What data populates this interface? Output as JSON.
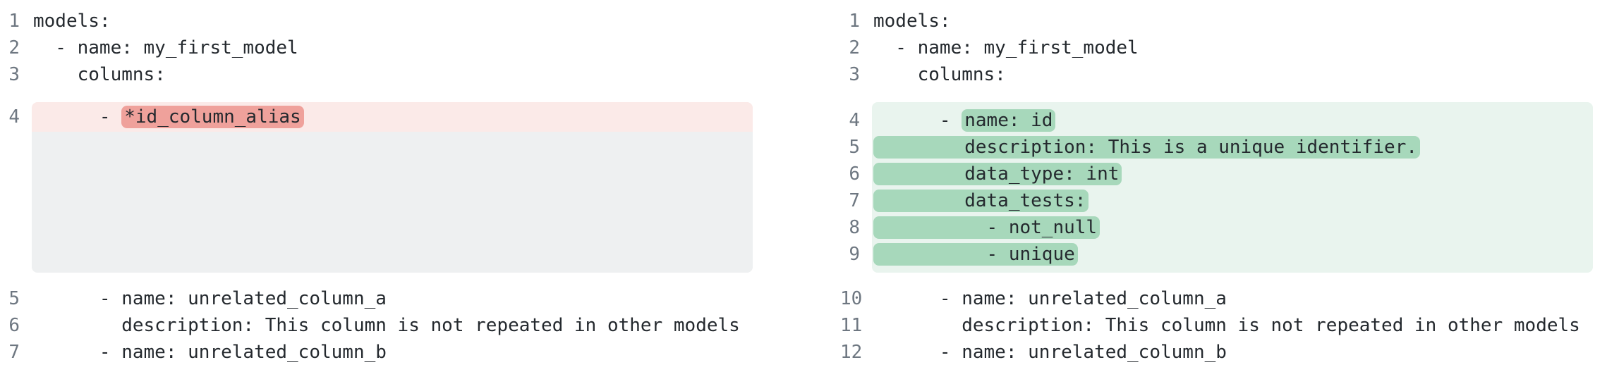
{
  "colors": {
    "code_text": "#24292e",
    "line_number": "#6e7781",
    "removed_line_bg": "#fbeae8",
    "removed_token_bg": "#efa19b",
    "added_line_bg": "#e9f4ee",
    "added_token_bg": "#a7d8bb",
    "filler_bg": "#eef0f1",
    "page_bg": "#ffffff"
  },
  "diff": {
    "language": "yaml",
    "left": {
      "role": "before",
      "lines_before_hunk": [
        {
          "number": "1",
          "parts": [
            {
              "text": "models:"
            }
          ]
        },
        {
          "number": "2",
          "parts": [
            {
              "text": "  - name: my_first_model"
            }
          ]
        },
        {
          "number": "3",
          "parts": [
            {
              "text": "    columns:"
            }
          ]
        }
      ],
      "hunk": {
        "kind": "removed",
        "has_filler": true,
        "lines": [
          {
            "number": "4",
            "parts": [
              {
                "text": "      - "
              },
              {
                "text": "*id_column_alias",
                "highlight": true
              }
            ]
          }
        ]
      },
      "lines_after_hunk": [
        {
          "number": "5",
          "parts": [
            {
              "text": "      - name: unrelated_column_a"
            }
          ]
        },
        {
          "number": "6",
          "parts": [
            {
              "text": "        description: This column is not repeated in other models"
            }
          ]
        },
        {
          "number": "7",
          "parts": [
            {
              "text": "      - name: unrelated_column_b"
            }
          ]
        }
      ]
    },
    "right": {
      "role": "after",
      "lines_before_hunk": [
        {
          "number": "1",
          "parts": [
            {
              "text": "models:"
            }
          ]
        },
        {
          "number": "2",
          "parts": [
            {
              "text": "  - name: my_first_model"
            }
          ]
        },
        {
          "number": "3",
          "parts": [
            {
              "text": "    columns:"
            }
          ]
        }
      ],
      "hunk": {
        "kind": "added",
        "has_filler": false,
        "lines": [
          {
            "number": "4",
            "parts": [
              {
                "text": "      - "
              },
              {
                "text": "name: id",
                "highlight": true
              }
            ]
          },
          {
            "number": "5",
            "parts": [
              {
                "text": "        description: This is a unique identifier.",
                "highlight": true
              }
            ]
          },
          {
            "number": "6",
            "parts": [
              {
                "text": "        data_type: int",
                "highlight": true
              }
            ]
          },
          {
            "number": "7",
            "parts": [
              {
                "text": "        data_tests:",
                "highlight": true
              }
            ]
          },
          {
            "number": "8",
            "parts": [
              {
                "text": "          - not_null",
                "highlight": true
              }
            ]
          },
          {
            "number": "9",
            "parts": [
              {
                "text": "          - unique",
                "highlight": true
              }
            ]
          }
        ]
      },
      "lines_after_hunk": [
        {
          "number": "10",
          "parts": [
            {
              "text": "      - name: unrelated_column_a"
            }
          ]
        },
        {
          "number": "11",
          "parts": [
            {
              "text": "        description: This column is not repeated in other models"
            }
          ]
        },
        {
          "number": "12",
          "parts": [
            {
              "text": "      - name: unrelated_column_b"
            }
          ]
        }
      ]
    }
  }
}
